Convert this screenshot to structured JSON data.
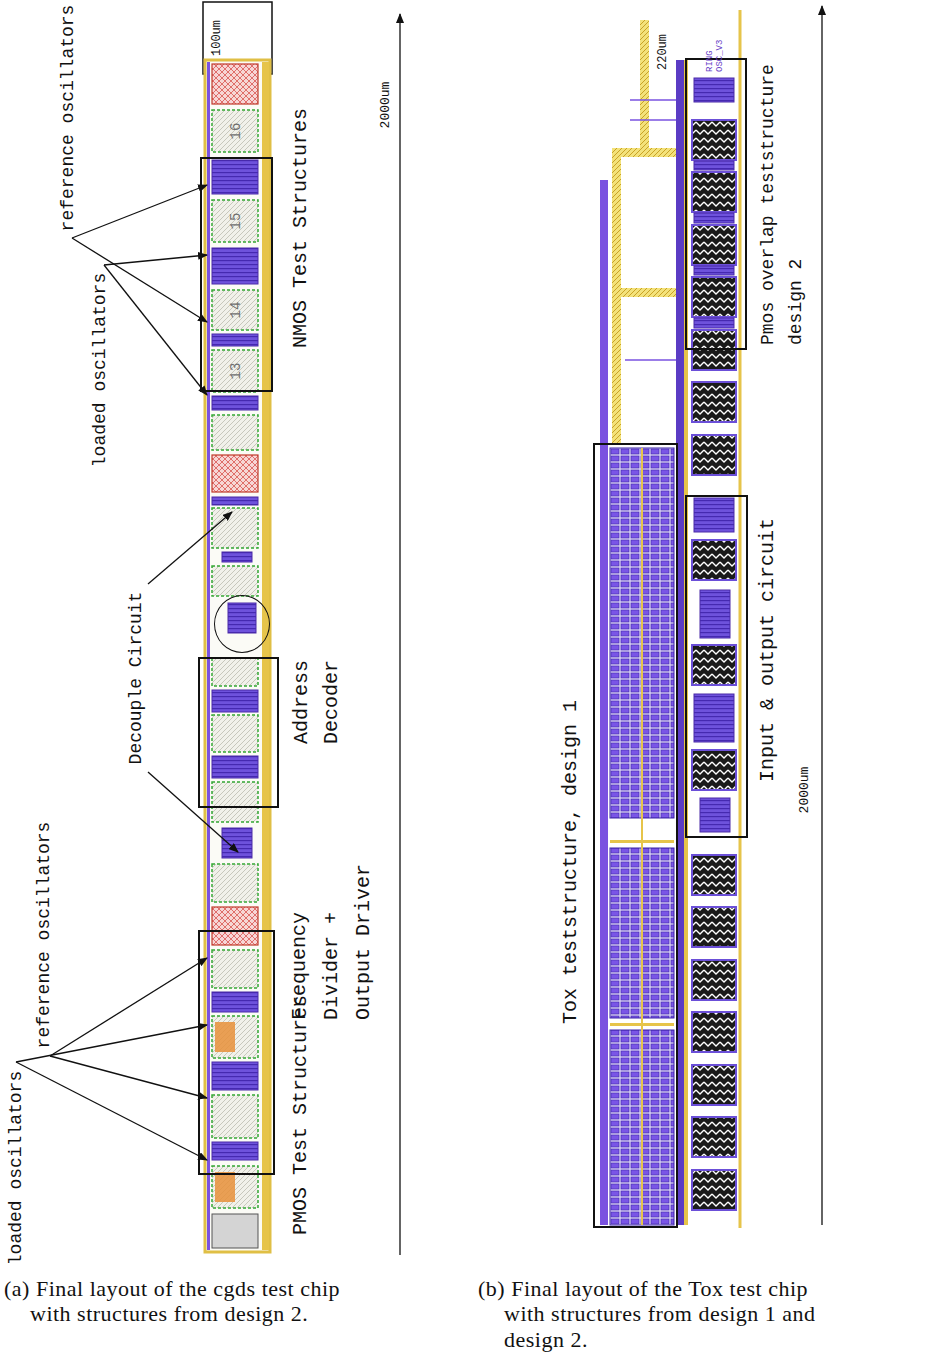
{
  "diagram": {
    "nodes": [
      {
        "text": [
          "NMOS Test Structures"
        ]
      },
      {
        "text": [
          "Address Decoder"
        ]
      },
      {
        "text": [
          "Frequency Divider + Output Driver"
        ]
      },
      {
        "text": [
          "PMOS Test Structures"
        ]
      },
      {
        "text": [
          "Pmos overlap teststructure design 2"
        ]
      },
      {
        "text": [
          "Input & output circuit"
        ]
      },
      {
        "text": [
          "Tox teststructure, design 1"
        ]
      }
    ],
    "labels": [
      "100um",
      "2000um",
      "reference oscillators",
      "loaded oscillators",
      "Decouple Circuit",
      "reference oscillators",
      "loaded oscillators",
      "16",
      "15",
      "14",
      "13",
      "(a) Final layout of the cgds test chip with structures from design 2.",
      "220um",
      "RING OSC_V3",
      "2000um",
      "(b) Final layout of the Tox test chip with structures from design 1 and design 2."
    ]
  }
}
